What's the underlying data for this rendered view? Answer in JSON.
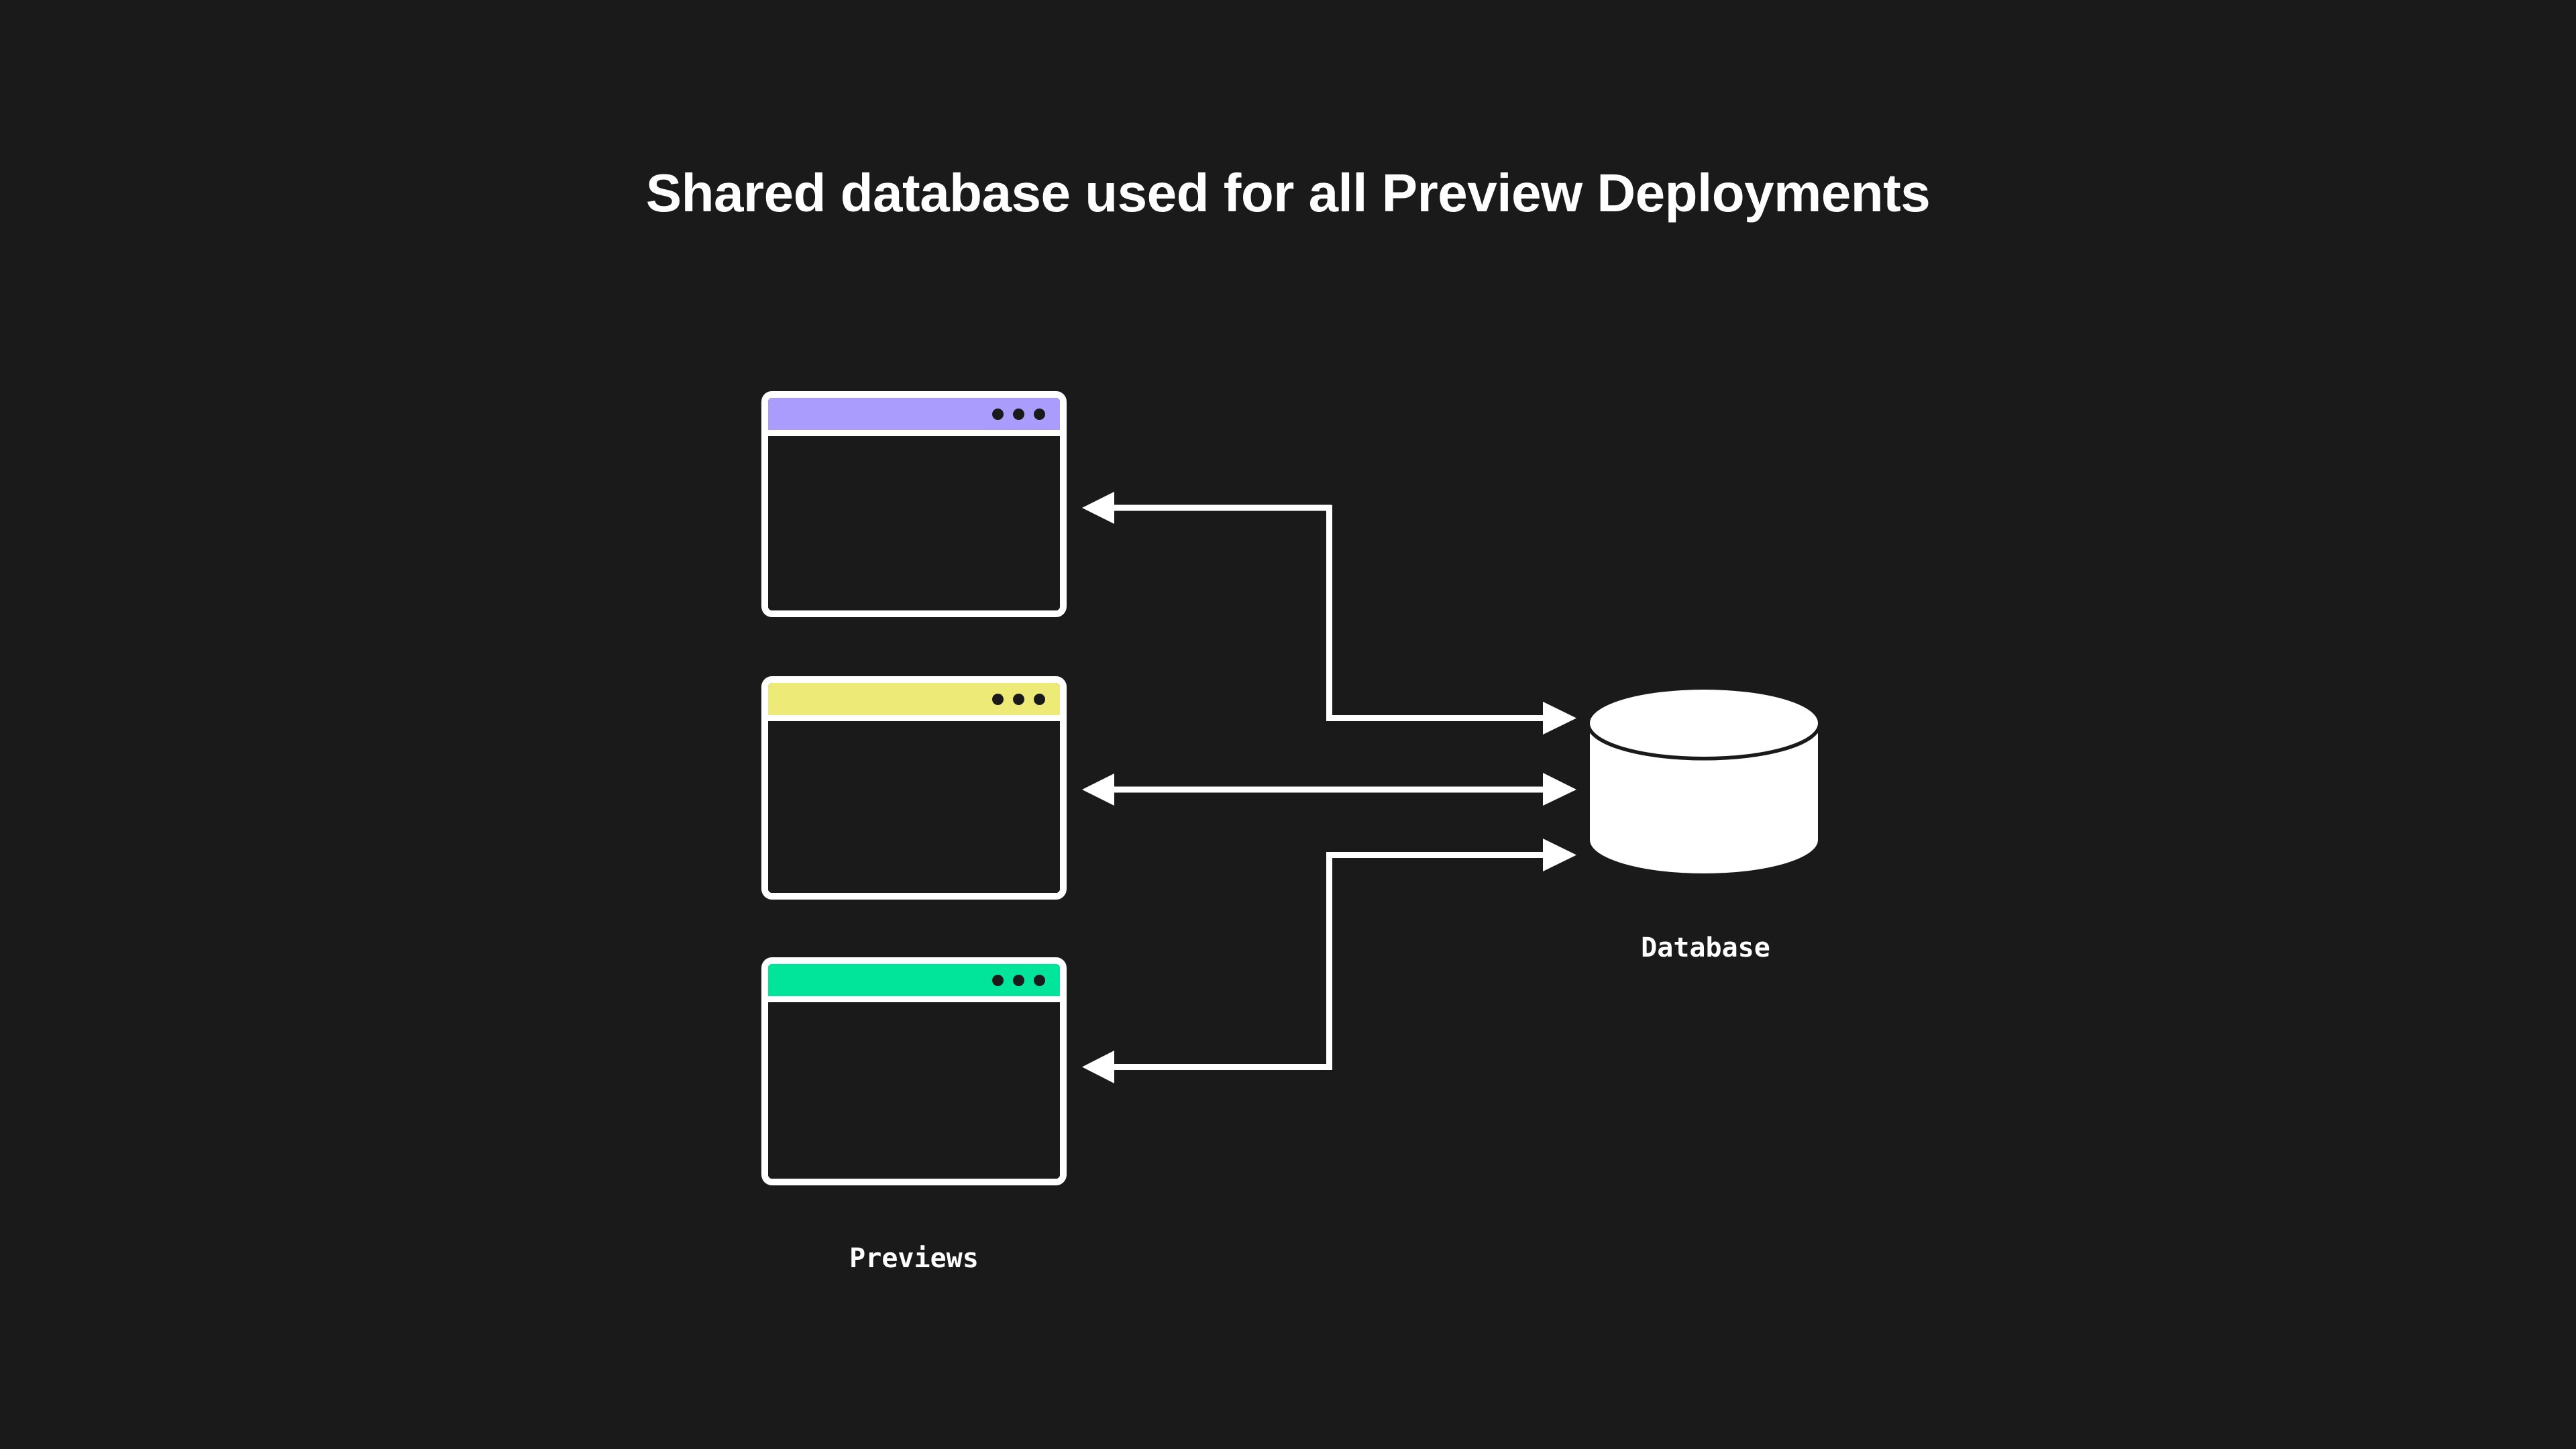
{
  "page": {
    "background_color": "#1a1a1a",
    "title": "Shared database used for all Preview Deployments",
    "title_color": "#ffffff"
  },
  "diagram": {
    "type": "architecture-flow",
    "description": "Three preview deployment browser windows all connected to one shared database",
    "previews_label": "Previews",
    "database_label": "Database",
    "accent_colors": {
      "preview_1": "#a99cfc",
      "preview_2": "#eeea77",
      "preview_3": "#00e599",
      "stroke": "#ffffff",
      "dot": "#1a1a1a"
    },
    "windows": [
      {
        "id": "preview-window-1",
        "titlebar_color": "#a99cfc",
        "dots": [
          "dot-1",
          "dot-2",
          "dot-3"
        ],
        "connector": "elbow-down-right",
        "connector_direction": "bidirectional-split"
      },
      {
        "id": "preview-window-2",
        "titlebar_color": "#eeea77",
        "dots": [
          "dot-1",
          "dot-2",
          "dot-3"
        ],
        "connector": "straight",
        "connector_direction": "bidirectional"
      },
      {
        "id": "preview-window-3",
        "titlebar_color": "#00e599",
        "dots": [
          "dot-1",
          "dot-2",
          "dot-3"
        ],
        "connector": "elbow-up-right",
        "connector_direction": "bidirectional-split"
      }
    ],
    "database": {
      "id": "shared-database",
      "shape": "cylinder",
      "fill": "#ffffff",
      "incoming_arrows": 3
    }
  }
}
